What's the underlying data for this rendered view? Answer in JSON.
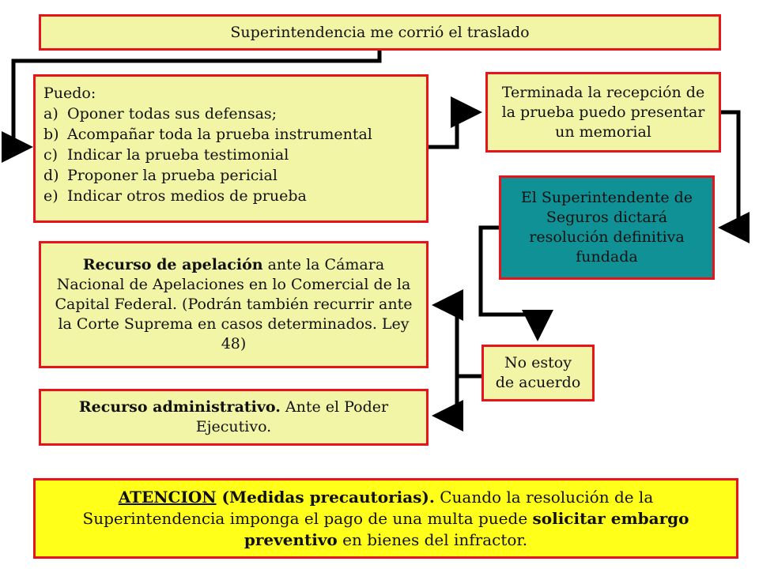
{
  "box_top": {
    "text": "Superintendencia me corrió el traslado"
  },
  "box_puedo": {
    "heading": "Puedo:",
    "items": [
      {
        "marker": "a)",
        "text": "Oponer todas sus defensas;"
      },
      {
        "marker": "b)",
        "text": "Acompañar toda la prueba instrumental"
      },
      {
        "marker": "c)",
        "text": "Indicar la prueba testimonial"
      },
      {
        "marker": "d)",
        "text": "Proponer la prueba pericial"
      },
      {
        "marker": "e)",
        "text": "Indicar  otros medios de prueba"
      }
    ]
  },
  "box_terminada": {
    "text": "Terminada la recepción de la prueba puedo presentar un memorial"
  },
  "box_superintendente": {
    "text": "El Superintendente de Seguros dictará resolución definitiva fundada"
  },
  "box_apelacion": {
    "bold": "Recurso de apelación",
    "rest": " ante la Cámara Nacional de Apelaciones en lo Comercial de la Capital Federal. (Podrán también recurrir ante la Corte Suprema en casos determinados. Ley 48)"
  },
  "box_no_acuerdo": {
    "line1": "No  estoy",
    "line2": "de acuerdo"
  },
  "box_administrativo": {
    "bold": "Recurso administrativo.",
    "rest": "  Ante el Poder Ejecutivo."
  },
  "box_atencion": {
    "title": "ATENCION",
    "subtitle": " (Medidas precautorias).",
    "text1": " Cuando la resolución de la Superintendencia imponga el pago de una multa puede ",
    "bold1": "solicitar embargo preventivo",
    "text2": " en bienes del infractor."
  },
  "colors": {
    "border": "#e8141c",
    "box_fill": "#f2f5a5",
    "teal": "#0f9196",
    "alert_fill": "#ffff1a",
    "connector": "#000000"
  }
}
